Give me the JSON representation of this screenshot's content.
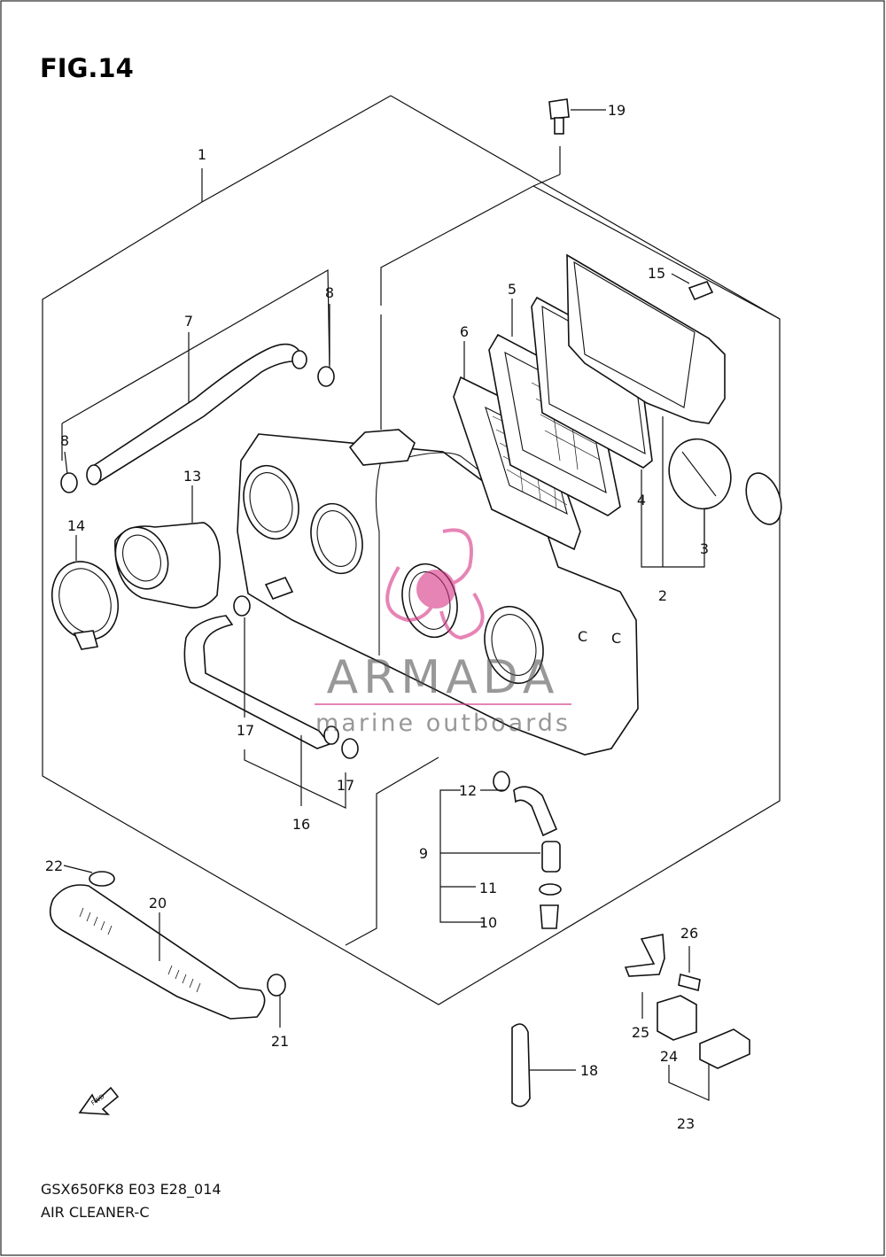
{
  "figure": {
    "title": "FIG.14",
    "model_code": "GSX650FK8 E03 E28_014",
    "section_name": "AIR CLEANER-C"
  },
  "watermark": {
    "brand": "ARMADA",
    "tagline": "marine outboards",
    "color": "#d63384"
  },
  "fwd_arrow": {
    "label": "FWD"
  },
  "callouts": [
    "1",
    "2",
    "3",
    "4",
    "5",
    "6",
    "7",
    "8",
    "8",
    "9",
    "10",
    "11",
    "12",
    "13",
    "14",
    "15",
    "16",
    "17",
    "17",
    "18",
    "19",
    "20",
    "21",
    "22",
    "23",
    "24",
    "25",
    "26"
  ]
}
